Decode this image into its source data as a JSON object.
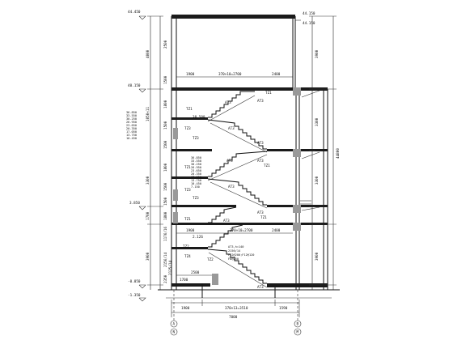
{
  "elevations_left": [
    {
      "text": "44.450"
    },
    {
      "text": "40.150"
    },
    {
      "text": "3.850"
    },
    {
      "text": "-0.050"
    },
    {
      "text": "-1.350"
    }
  ],
  "elevations_right": [
    {
      "text": "44.150"
    },
    {
      "text": "44.150"
    }
  ],
  "left_level_stack": [
    "36.850",
    "33.550",
    "30.250",
    "26.950",
    "23.650",
    "20.350",
    "17.050",
    "13.750",
    "10.450"
  ],
  "right_level_stack": [
    "36.850",
    "33.550",
    "30.250",
    "26.950",
    "23.650",
    "20.350",
    "17.050",
    "13.750",
    "10.450",
    "7.150"
  ],
  "dims_left_outer": [
    "4000",
    "1050×11",
    "3300",
    "1700",
    "3900"
  ],
  "dims_left_inner": [
    "2500",
    "1500",
    "1800",
    "1500",
    "1500",
    "1800",
    "1500",
    "1500",
    "1800",
    "1176/16",
    "2156/14",
    "2350"
  ],
  "dims_right_inner": [
    "3900",
    "3300",
    "3300",
    "3900"
  ],
  "dims_right_outer": [
    "44800"
  ],
  "dims_horizontal": [
    {
      "text": "1900"
    },
    {
      "text": "370×10=2700"
    },
    {
      "text": "2400"
    },
    {
      "text": "1900"
    },
    {
      "text": "370×10=2700"
    },
    {
      "text": "2400"
    },
    {
      "text": "2500"
    },
    {
      "text": "1700"
    }
  ],
  "dims_bottom": [
    "1900",
    "370×13=3510",
    "1590",
    "7000"
  ],
  "stair_labels": [
    {
      "text": "AT3"
    },
    {
      "text": "AT3"
    },
    {
      "text": "AT3"
    },
    {
      "text": "AT3"
    },
    {
      "text": "AT3"
    },
    {
      "text": "AT3"
    },
    {
      "text": "AT3"
    },
    {
      "text": "AT3"
    },
    {
      "text": "AT3"
    },
    {
      "text": "AT3"
    }
  ],
  "beam_labels": [
    {
      "text": "TZ1"
    },
    {
      "text": "TZ1"
    },
    {
      "text": "TZ3"
    },
    {
      "text": "TZ3"
    },
    {
      "text": "TZ1"
    },
    {
      "text": "TZ1"
    },
    {
      "text": "TZ3"
    },
    {
      "text": "TZ3"
    },
    {
      "text": "TZ1"
    },
    {
      "text": "TZ1"
    },
    {
      "text": "TZ2"
    },
    {
      "text": "TZ2"
    },
    {
      "text": "TZ4"
    }
  ],
  "landing_levels": [
    {
      "text": "38.500"
    },
    {
      "text": "2.126"
    }
  ],
  "dims_ground": [
    "2125/14"
  ],
  "spec_note": [
    "AT3,h=140",
    "2156/14",
    "F12@200;F12@120",
    "F8@250"
  ],
  "axis_labels": [
    "A",
    "N",
    "B",
    "M"
  ]
}
